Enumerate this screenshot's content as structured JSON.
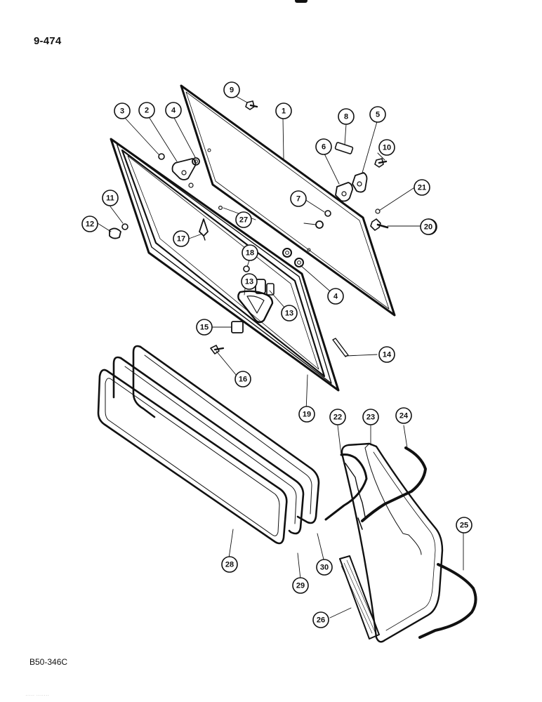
{
  "page": {
    "page_code": "9-474",
    "ref_code": "B50-346C",
    "footer_faint": "····· ·······"
  },
  "diagram": {
    "type": "exploded-parts-view",
    "callouts": [
      "1",
      "2",
      "3",
      "4",
      "4",
      "5",
      "6",
      "7",
      "8",
      "9",
      "10",
      "10",
      "11",
      "12",
      "13",
      "13",
      "14",
      "15",
      "16",
      "17",
      "18",
      "19",
      "20",
      "21",
      "22",
      "23",
      "24",
      "25",
      "26",
      "27",
      "28",
      "29",
      "30"
    ]
  }
}
